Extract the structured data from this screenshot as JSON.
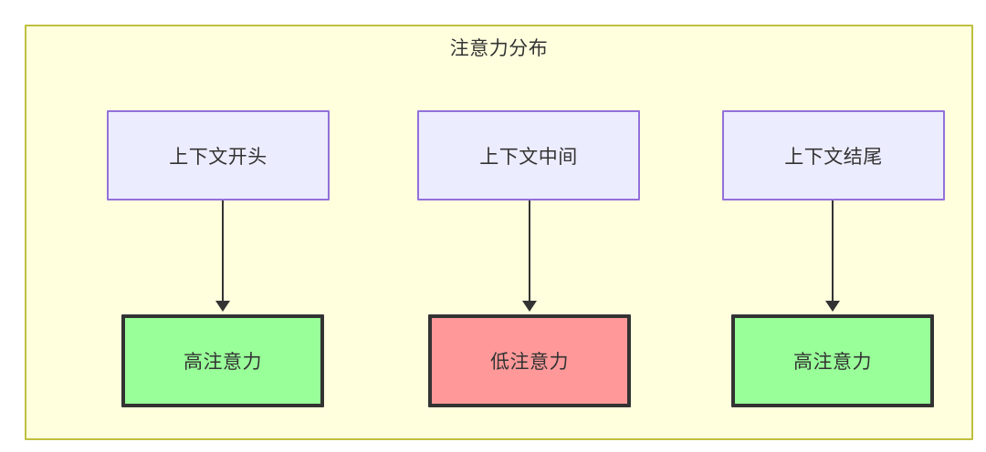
{
  "diagram": {
    "title": "注意力分布",
    "background_color": "#ffffde",
    "border_color": "#bfbf3f",
    "columns": [
      {
        "id": "context-start",
        "source": {
          "label": "上下文开头",
          "fill": "#ececff",
          "stroke": "#9370db"
        },
        "target": {
          "label": "高注意力",
          "fill": "#99ff99",
          "stroke": "#333333"
        },
        "edge": {
          "type": "arrow-down",
          "label": ""
        }
      },
      {
        "id": "context-middle",
        "source": {
          "label": "上下文中间",
          "fill": "#ececff",
          "stroke": "#9370db"
        },
        "target": {
          "label": "低注意力",
          "fill": "#ff9999",
          "stroke": "#333333"
        },
        "edge": {
          "type": "arrow-down",
          "label": ""
        }
      },
      {
        "id": "context-end",
        "source": {
          "label": "上下文结尾",
          "fill": "#ececff",
          "stroke": "#9370db"
        },
        "target": {
          "label": "高注意力",
          "fill": "#99ff99",
          "stroke": "#333333"
        },
        "edge": {
          "type": "arrow-down",
          "label": ""
        }
      }
    ]
  }
}
